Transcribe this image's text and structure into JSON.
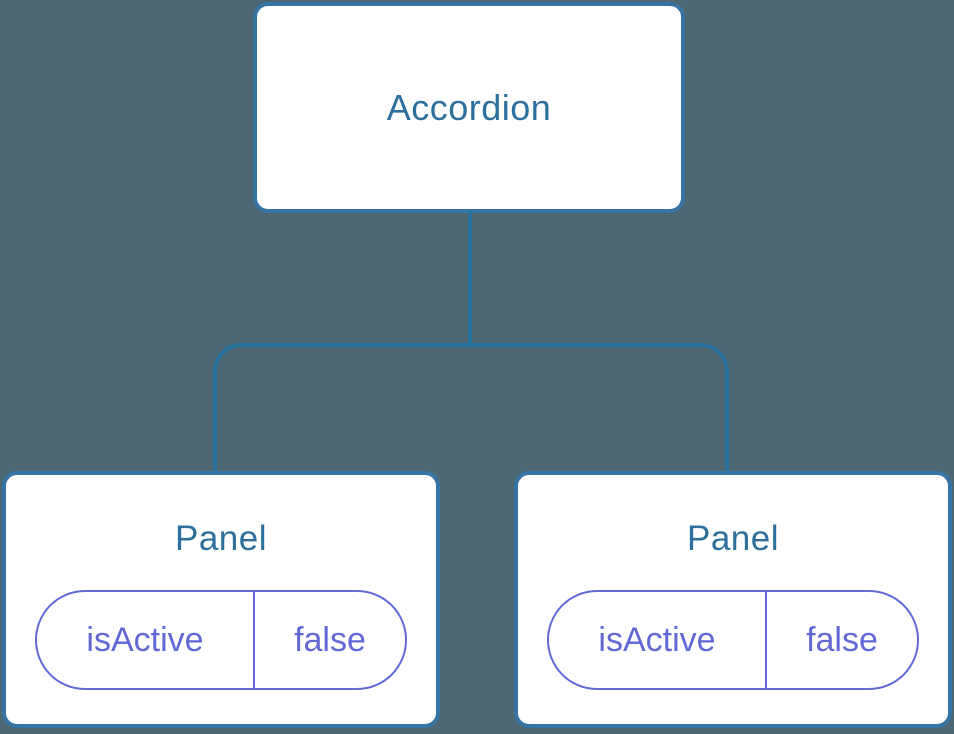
{
  "theme": {
    "background": "#4d6873",
    "node_fill": "#ffffff",
    "node_border": "#3674a4",
    "connector": "#27719f",
    "heading_text": "#2d6f9d",
    "state_accent": "#6269d6"
  },
  "tree": {
    "root": {
      "label": "Accordion"
    },
    "children": [
      {
        "label": "Panel",
        "state": {
          "key": "isActive",
          "value": "false"
        }
      },
      {
        "label": "Panel",
        "state": {
          "key": "isActive",
          "value": "false"
        }
      }
    ]
  }
}
